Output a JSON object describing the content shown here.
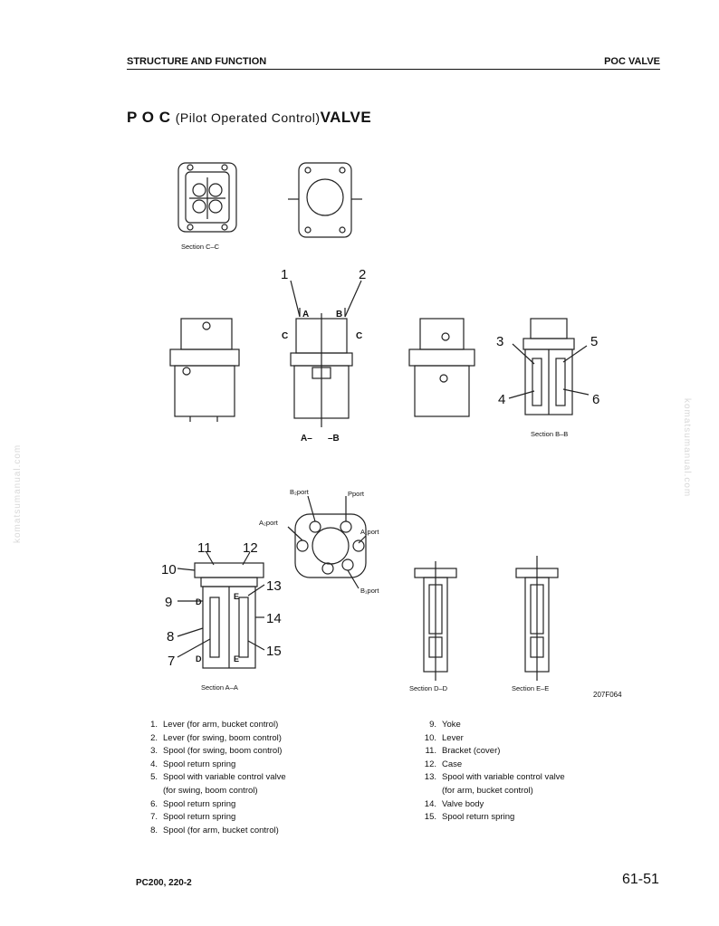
{
  "header": {
    "left": "STRUCTURE AND FUNCTION",
    "right": "POC VALVE"
  },
  "title": {
    "main": "P O C",
    "sub": "(Pilot Operated Control)",
    "end": "VALVE"
  },
  "watermark": "komatsumanual.com",
  "figure": {
    "section_cc": "Section C–C",
    "section_bb": "Section B–B",
    "section_aa": "Section A–A",
    "section_dd": "Section D–D",
    "section_ee": "Section E–E",
    "figure_code": "207F064",
    "top_callouts": [
      "1",
      "2",
      "3",
      "4",
      "5",
      "6"
    ],
    "marks": {
      "a": "A",
      "b": "B",
      "c": "C",
      "aa_bottom": "A–",
      "bb_bottom": "–B"
    },
    "ports": {
      "b2": "B₂port",
      "p": "Pport",
      "a2": "A₂port",
      "a1": "A₁port",
      "b1": "B₁port"
    },
    "aa_callouts": [
      "7",
      "8",
      "9",
      "10",
      "11",
      "12",
      "13",
      "14",
      "15"
    ],
    "aa_marks": {
      "d": "D",
      "e": "E",
      "d2": "D",
      "e2": "E"
    }
  },
  "legend_left": [
    {
      "num": "1.",
      "text": "Lever (for arm, bucket control)"
    },
    {
      "num": "2.",
      "text": "Lever (for swing, boom control)"
    },
    {
      "num": "3.",
      "text": "Spool (for swing, boom control)"
    },
    {
      "num": "4.",
      "text": "Spool return spring"
    },
    {
      "num": "5.",
      "text": "Spool with variable control valve"
    },
    {
      "num": "",
      "text": "(for swing, boom control)"
    },
    {
      "num": "6.",
      "text": "Spool return spring"
    },
    {
      "num": "7.",
      "text": "Spool return spring"
    },
    {
      "num": "8.",
      "text": "Spool (for arm, bucket control)"
    }
  ],
  "legend_right": [
    {
      "num": "9.",
      "text": "Yoke"
    },
    {
      "num": "10.",
      "text": "Lever"
    },
    {
      "num": "11.",
      "text": "Bracket (cover)"
    },
    {
      "num": "12.",
      "text": "Case"
    },
    {
      "num": "13.",
      "text": "Spool with variable control valve"
    },
    {
      "num": "",
      "text": "(for arm, bucket control)"
    },
    {
      "num": "14.",
      "text": "Valve body"
    },
    {
      "num": "15.",
      "text": "Spool return spring"
    }
  ],
  "footer": {
    "left": "PC200, 220-2",
    "right": "61-51"
  }
}
